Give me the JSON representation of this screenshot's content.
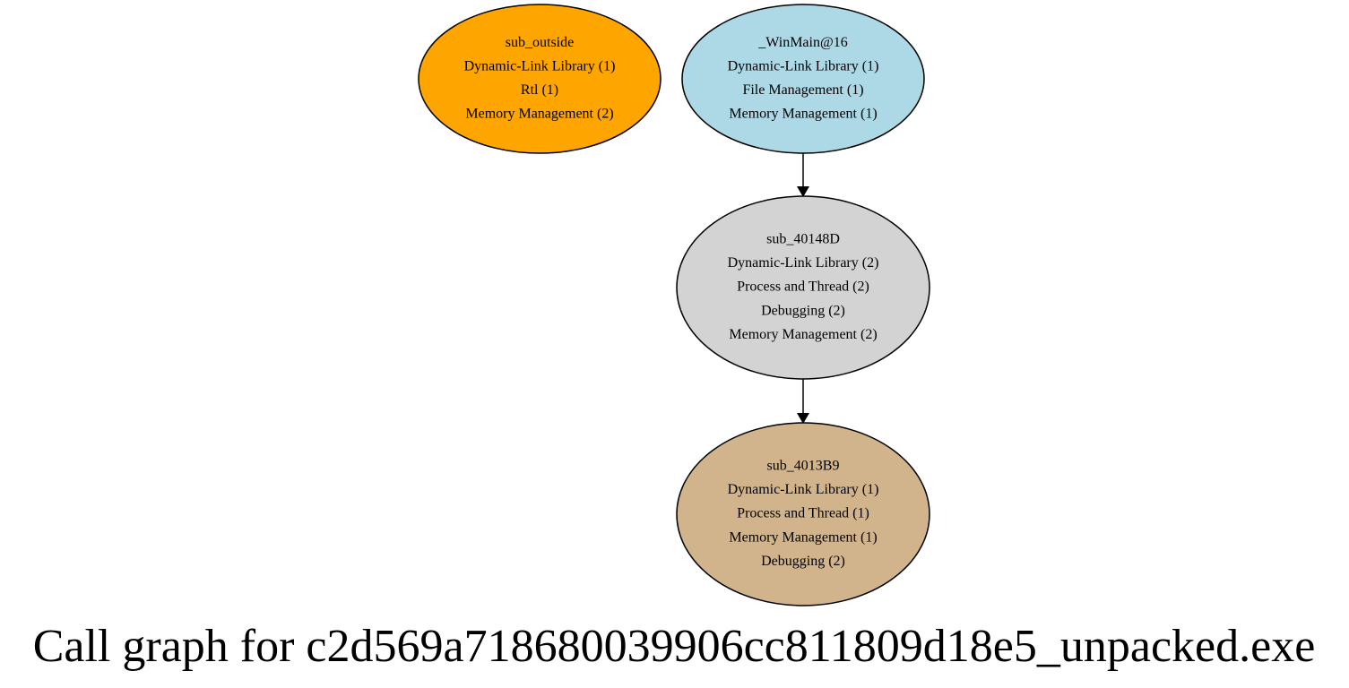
{
  "graph": {
    "title": "Call graph for c2d569a718680039906cc811809d18e5_unpacked.exe",
    "nodes": [
      {
        "id": "sub_outside",
        "fill": "#ffa500",
        "lines": [
          "sub_outside",
          "Dynamic-Link Library (1)",
          "Rtl (1)",
          "Memory Management (2)"
        ]
      },
      {
        "id": "winmain",
        "fill": "#add8e6",
        "lines": [
          "_WinMain@16",
          "Dynamic-Link Library (1)",
          "File Management (1)",
          "Memory Management (1)"
        ]
      },
      {
        "id": "sub_40148D",
        "fill": "#d3d3d3",
        "lines": [
          "sub_40148D",
          "Dynamic-Link Library (2)",
          "Process and Thread (2)",
          "Debugging (2)",
          "Memory Management (2)"
        ]
      },
      {
        "id": "sub_4013B9",
        "fill": "#d2b48c",
        "lines": [
          "sub_4013B9",
          "Dynamic-Link Library (1)",
          "Process and Thread (1)",
          "Memory Management (1)",
          "Debugging (2)"
        ]
      }
    ],
    "edges": [
      {
        "from": "winmain",
        "to": "sub_40148D"
      },
      {
        "from": "sub_40148D",
        "to": "sub_4013B9"
      }
    ]
  }
}
